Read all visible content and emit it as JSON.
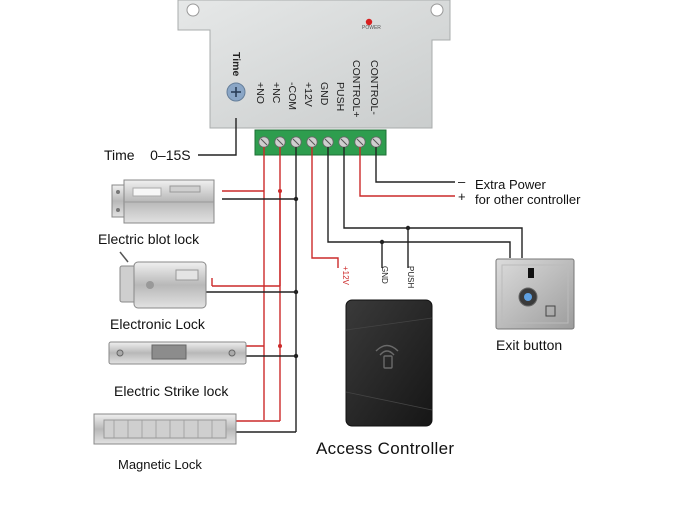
{
  "controller_box": {
    "power_label": "POWER",
    "time_label": "Time",
    "terminal_labels": [
      "+NO",
      "+NC",
      "-COM",
      "+12V",
      "GND",
      "PUSH",
      "CONTROL+",
      "CONTROL-"
    ]
  },
  "labels": {
    "time_range": "Time    0–15S",
    "extra_power_line1": "Extra Power",
    "extra_power_line2": "for other controller",
    "minus_sign": "–",
    "plus_sign": "+",
    "wire_12v": "+12V",
    "wire_gnd": "GND",
    "wire_push": "PUSH",
    "electric_bolt_lock": "Electric blot lock",
    "electronic_lock": "Electronic Lock",
    "electric_strike_lock": "Electric Strike lock",
    "magnetic_lock": "Magnetic Lock",
    "exit_button": "Exit button",
    "access_controller": "Access Controller"
  },
  "colors": {
    "box_body": "#d9dbdb",
    "terminal_block": "#2e9d4e",
    "red_wire": "#cc2a2a",
    "black_wire": "#222222",
    "controller_body": "#262626",
    "power_led": "#d81f1f"
  }
}
